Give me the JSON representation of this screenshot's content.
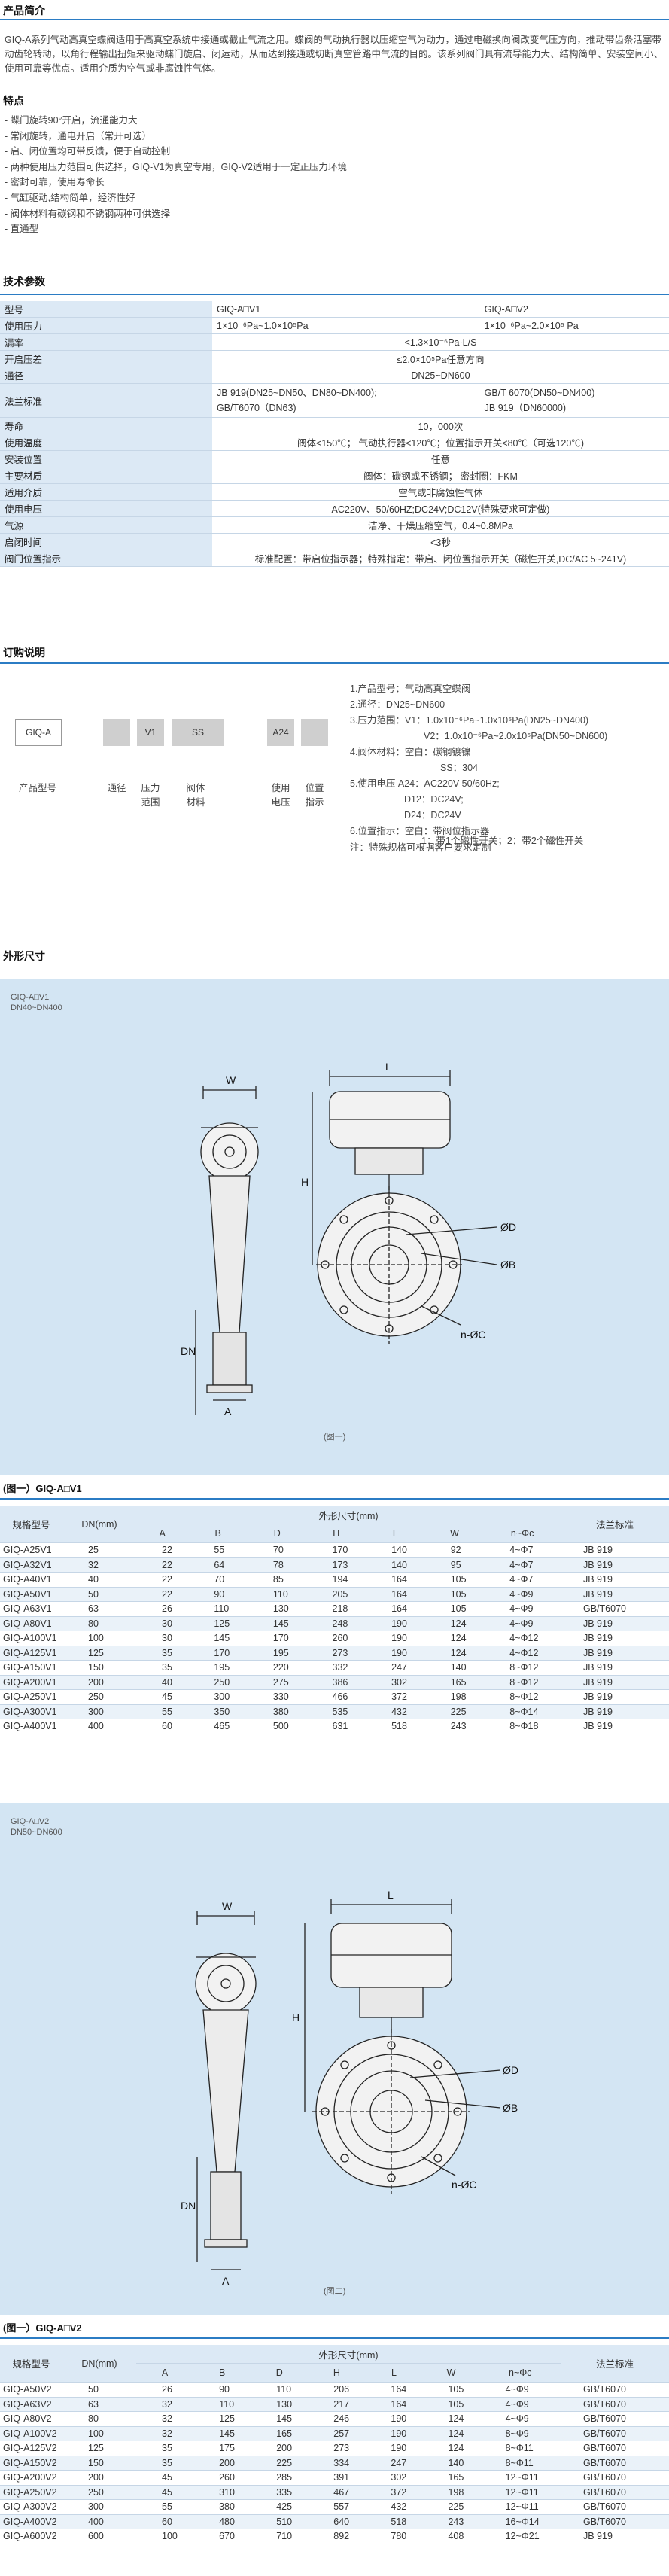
{
  "intro": {
    "title": "产品简介",
    "text": "GIQ-A系列气动高真空蝶阀适用于高真空系统中接通或截止气流之用。蝶阀的气动执行器以压缩空气为动力，通过电磁换向阀改变气压方向，推动带齿条活塞带动齿轮转动，以角行程输出扭矩来驱动蝶门旋启、闭运动，从而达到接通或切断真空管路中气流的目的。该系列阀门具有流导能力大、结构简单、安装空间小、使用可靠等优点。适用介质为空气或非腐蚀性气体。"
  },
  "features": {
    "title": "特点",
    "items": [
      "- 蝶门旋转90°开启，流通能力大",
      "- 常闭旋转，通电开启（常开可选）",
      "- 启、闭位置均可带反馈，便于自动控制",
      "- 两种使用压力范围可供选择，GIQ-V1为真空专用，GIQ-V2适用于一定正压力环境",
      "- 密封可靠，使用寿命长",
      "- 气缸驱动,结构简单，经济性好",
      "- 阀体材料有碳钢和不锈钢两种可供选择",
      "- 直通型"
    ]
  },
  "spec": {
    "title": "技术参数",
    "rows": [
      {
        "label": "型号",
        "v1": "GIQ-A□V1",
        "v2": "GIQ-A□V2"
      },
      {
        "label": "使用压力",
        "v1": "1×10⁻⁶Pa~1.0×10⁵Pa",
        "v2": "1×10⁻⁶Pa~2.0×10⁵ Pa"
      },
      {
        "label": "漏率",
        "span": "<1.3×10⁻⁶Pa·L/S"
      },
      {
        "label": "开启压差",
        "span": "≤2.0×10⁵Pa任意方向"
      },
      {
        "label": "通径",
        "span": "DN25~DN600"
      },
      {
        "label": "法兰标准",
        "v1a": "JB 919(DN25~DN50、DN80~DN400);",
        "v1b": "GB/T6070（DN63)",
        "v2a": "GB/T 6070(DN50~DN400)",
        "v2b": "JB 919（DN60000)"
      },
      {
        "label": "寿命",
        "span": "10，000次"
      },
      {
        "label": "使用温度",
        "span": "阀体<150℃；   气动执行器<120℃；位置指示开关<80℃（可选120℃)"
      },
      {
        "label": "安装位置",
        "span": "任意"
      },
      {
        "label": "主要材质",
        "span": "阀体：碳钢或不锈钢；  密封圈：FKM"
      },
      {
        "label": "适用介质",
        "span": "空气或非腐蚀性气体"
      },
      {
        "label": "使用电压",
        "span": "AC220V、50/60HZ;DC24V;DC12V(特殊要求可定做)"
      },
      {
        "label": "气源",
        "span": "洁净、干燥压缩空气，0.4~0.8MPa"
      },
      {
        "label": "启闭时间",
        "span": "<3秒"
      },
      {
        "label": "阀门位置指示",
        "span": "标准配置：带启位指示器；特殊指定：带启、闭位置指示开关（磁性开关,DC/AC 5~241V)"
      }
    ]
  },
  "ordering": {
    "title": "订购说明",
    "boxes": [
      "GIQ-A",
      "V1",
      "SS",
      "A24"
    ],
    "labels": [
      "产品型号",
      "通径",
      "压力\n范围",
      "阀体\n材料",
      "使用\n电压",
      "位置\n指示"
    ],
    "notes": [
      "1.产品型号：气动高真空蝶阀",
      "2.通径：DN25~DN600",
      "3.压力范围：V1：1.0x10⁻⁶Pa~1.0x10⁵Pa(DN25~DN400)",
      "V2：1.0x10⁻⁶Pa~2.0x10⁵Pa(DN50~DN600)",
      "4.阀体材料：空白：碳钢镀镍",
      "SS：304",
      "5.使用电压  A24：AC220V 50/60Hz;",
      "D12：DC24V;",
      "D24：DC24V",
      "6.位置指示：空白：带阀位指示器",
      "1：带1个磁性开关；2：带2个磁性开关",
      "注：特殊规格可根据客户要求定制"
    ]
  },
  "dimensions": {
    "title": "外形尺寸",
    "fig1": {
      "cap1": "GIQ-A□V1",
      "cap2": "DN40~DN400",
      "fig": "(图一)"
    },
    "fig2": {
      "cap1": "GIQ-A□V2",
      "cap2": "DN50~DN600",
      "fig": "(图二)"
    },
    "labels": {
      "W": "W",
      "L": "L",
      "H": "H",
      "DN": "DN",
      "A": "A",
      "D": "ØD",
      "B": "ØB",
      "C": "n-ØC"
    }
  },
  "table1": {
    "title": "(图一）GIQ-A□V1",
    "headers": {
      "model": "规格型号",
      "dn": "DN(mm)",
      "group": "外形尺寸(mm)",
      "cols": [
        "A",
        "B",
        "D",
        "H",
        "L",
        "W",
        "n~Φc"
      ],
      "std": "法兰标准"
    },
    "rows": [
      [
        "GIQ-A25V1",
        "25",
        "22",
        "55",
        "70",
        "170",
        "140",
        "92",
        "4~Φ7",
        "JB 919"
      ],
      [
        "GIQ-A32V1",
        "32",
        "22",
        "64",
        "78",
        "173",
        "140",
        "95",
        "4~Φ7",
        "JB 919"
      ],
      [
        "GIQ-A40V1",
        "40",
        "22",
        "70",
        "85",
        "194",
        "164",
        "105",
        "4~Φ7",
        "JB 919"
      ],
      [
        "GIQ-A50V1",
        "50",
        "22",
        "90",
        "110",
        "205",
        "164",
        "105",
        "4~Φ9",
        "JB 919"
      ],
      [
        "GIQ-A63V1",
        "63",
        "26",
        "110",
        "130",
        "218",
        "164",
        "105",
        "4~Φ9",
        "GB/T6070"
      ],
      [
        "GIQ-A80V1",
        "80",
        "30",
        "125",
        "145",
        "248",
        "190",
        "124",
        "4~Φ9",
        "JB 919"
      ],
      [
        "GIQ-A100V1",
        "100",
        "30",
        "145",
        "170",
        "260",
        "190",
        "124",
        "4~Φ12",
        "JB 919"
      ],
      [
        "GIQ-A125V1",
        "125",
        "35",
        "170",
        "195",
        "273",
        "190",
        "124",
        "4~Φ12",
        "JB 919"
      ],
      [
        "GIQ-A150V1",
        "150",
        "35",
        "195",
        "220",
        "332",
        "247",
        "140",
        "8~Φ12",
        "JB 919"
      ],
      [
        "GIQ-A200V1",
        "200",
        "40",
        "250",
        "275",
        "386",
        "302",
        "165",
        "8~Φ12",
        "JB 919"
      ],
      [
        "GIQ-A250V1",
        "250",
        "45",
        "300",
        "330",
        "466",
        "372",
        "198",
        "8~Φ12",
        "JB 919"
      ],
      [
        "GIQ-A300V1",
        "300",
        "55",
        "350",
        "380",
        "535",
        "432",
        "225",
        "8~Φ14",
        "JB 919"
      ],
      [
        "GIQ-A400V1",
        "400",
        "60",
        "465",
        "500",
        "631",
        "518",
        "243",
        "8~Φ18",
        "JB 919"
      ]
    ]
  },
  "table2": {
    "title": "(图一）GIQ-A□V2",
    "headers": {
      "model": "规格型号",
      "dn": "DN(mm)",
      "group": "外形尺寸(mm)",
      "cols": [
        "A",
        "B",
        "D",
        "H",
        "L",
        "W",
        "n~Φc"
      ],
      "std": "法兰标准"
    },
    "rows": [
      [
        "GIQ-A50V2",
        "50",
        "26",
        "90",
        "110",
        "206",
        "164",
        "105",
        "4~Φ9",
        "GB/T6070"
      ],
      [
        "GIQ-A63V2",
        "63",
        "32",
        "110",
        "130",
        "217",
        "164",
        "105",
        "4~Φ9",
        "GB/T6070"
      ],
      [
        "GIQ-A80V2",
        "80",
        "32",
        "125",
        "145",
        "246",
        "190",
        "124",
        "4~Φ9",
        "GB/T6070"
      ],
      [
        "GIQ-A100V2",
        "100",
        "32",
        "145",
        "165",
        "257",
        "190",
        "124",
        "8~Φ9",
        "GB/T6070"
      ],
      [
        "GIQ-A125V2",
        "125",
        "35",
        "175",
        "200",
        "273",
        "190",
        "124",
        "8~Φ11",
        "GB/T6070"
      ],
      [
        "GIQ-A150V2",
        "150",
        "35",
        "200",
        "225",
        "334",
        "247",
        "140",
        "8~Φ11",
        "GB/T6070"
      ],
      [
        "GIQ-A200V2",
        "200",
        "45",
        "260",
        "285",
        "391",
        "302",
        "165",
        "12~Φ11",
        "GB/T6070"
      ],
      [
        "GIQ-A250V2",
        "250",
        "45",
        "310",
        "335",
        "467",
        "372",
        "198",
        "12~Φ11",
        "GB/T6070"
      ],
      [
        "GIQ-A300V2",
        "300",
        "55",
        "380",
        "425",
        "557",
        "432",
        "225",
        "12~Φ11",
        "GB/T6070"
      ],
      [
        "GIQ-A400V2",
        "400",
        "60",
        "480",
        "510",
        "640",
        "518",
        "243",
        "16~Φ14",
        "GB/T6070"
      ],
      [
        "GIQ-A600V2",
        "600",
        "100",
        "670",
        "710",
        "892",
        "780",
        "408",
        "12~Φ21",
        "JB 919"
      ]
    ]
  }
}
